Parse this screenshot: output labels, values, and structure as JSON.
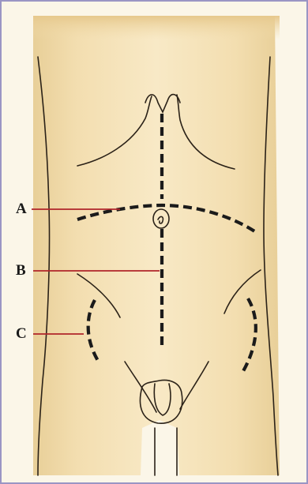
{
  "labels": {
    "a": "A",
    "b": "B",
    "c": "C"
  },
  "colors": {
    "frame_border": "#9a95c4",
    "background": "#fbf6e8",
    "skin_light": "#f7e7c2",
    "skin_shadow": "#e6c98f",
    "outline": "#2b2218",
    "incision": "#1b1b1b",
    "leader_line": "#b0252a"
  },
  "incisions": {
    "a": "transverse-upper-abdominal",
    "b": "vertical-midline",
    "c": "lateral-curved-flank"
  }
}
